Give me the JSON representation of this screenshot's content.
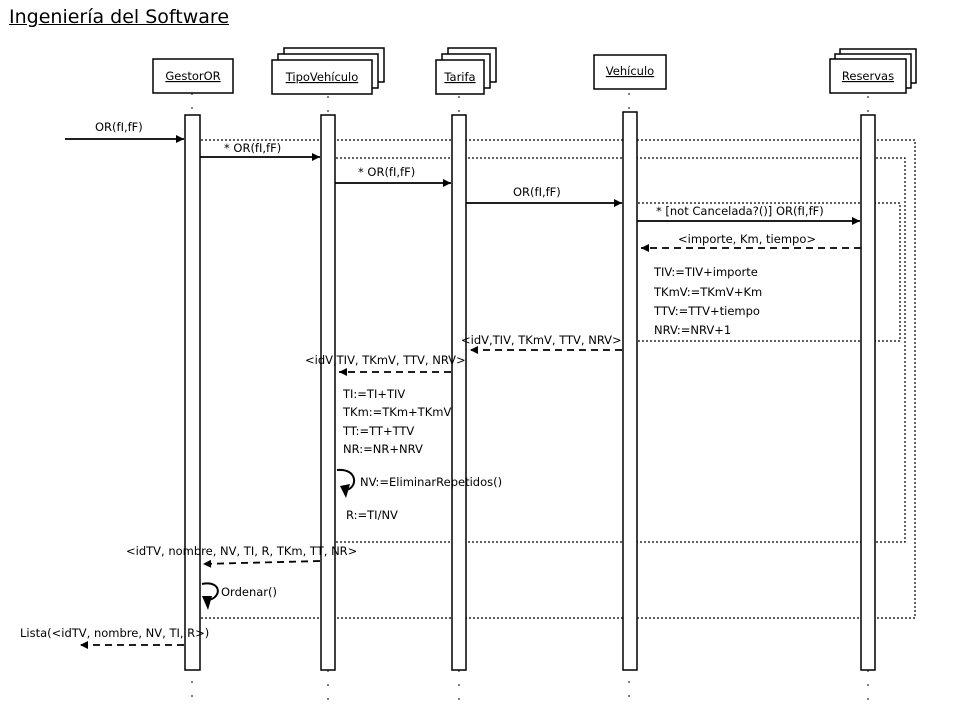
{
  "title": "Ingeniería del Software",
  "objects": {
    "gestor": "GestorOR",
    "tipo": "TipoVehículo",
    "tarifa": "Tarifa",
    "vehiculo": "Vehículo",
    "reservas": "Reservas"
  },
  "messages": {
    "m1": "OR(fI,fF)",
    "m2": "* OR(fI,fF)",
    "m3": "* OR(fI,fF)",
    "m4": "OR(fI,fF)",
    "m5": "* [not Cancelada?()] OR(fI,fF)",
    "r5": "<importe, Km, tiempo>",
    "r4": "<idV,TIV, TKmV, TTV, NRV>",
    "r3": "<idV,TIV, TKmV, TTV, NRV>",
    "r2": "<idTV, nombre, NV, TI, R, TKm, TT, NR>",
    "r1": "Lista(<idTV, nombre, NV, TI, R>)"
  },
  "vehiculo_ops": [
    "TIV:=TIV+importe",
    "TKmV:=TKmV+Km",
    "TTV:=TTV+tiempo",
    "NRV:=NRV+1"
  ],
  "tipo_ops": [
    "TI:=TI+TIV",
    "TKm:=TKm+TKmV",
    "TT:=TT+TTV",
    "NR:=NR+NRV"
  ],
  "self_calls": {
    "eliminar": "NV:=EliminarRepetidos()",
    "tipo_result": "R:=TI/NV",
    "ordenar": "Ordenar()"
  }
}
